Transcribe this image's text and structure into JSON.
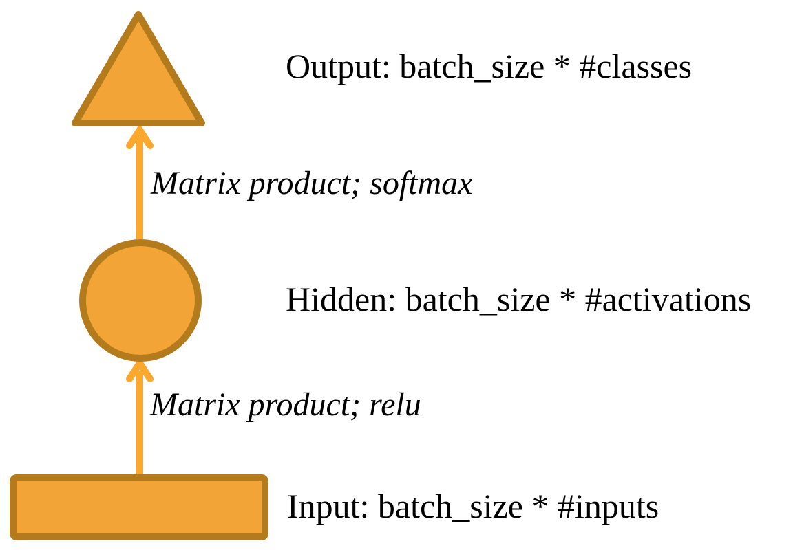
{
  "diagram": {
    "layers": [
      {
        "name": "output",
        "shape": "triangle",
        "label": "Output: batch_size * #classes"
      },
      {
        "name": "hidden",
        "shape": "circle",
        "label": "Hidden: batch_size * #activations"
      },
      {
        "name": "input",
        "shape": "rectangle",
        "label": "Input: batch_size * #inputs"
      }
    ],
    "arrows": [
      {
        "from": "hidden",
        "to": "output",
        "label": "Matrix product; softmax"
      },
      {
        "from": "input",
        "to": "hidden",
        "label": "Matrix product; relu"
      }
    ],
    "colors": {
      "shape_fill": "#F2A536",
      "shape_border": "#B47B1D",
      "arrow": "#FBA82C",
      "text": "#000000",
      "background": "#FFFFFF"
    }
  }
}
